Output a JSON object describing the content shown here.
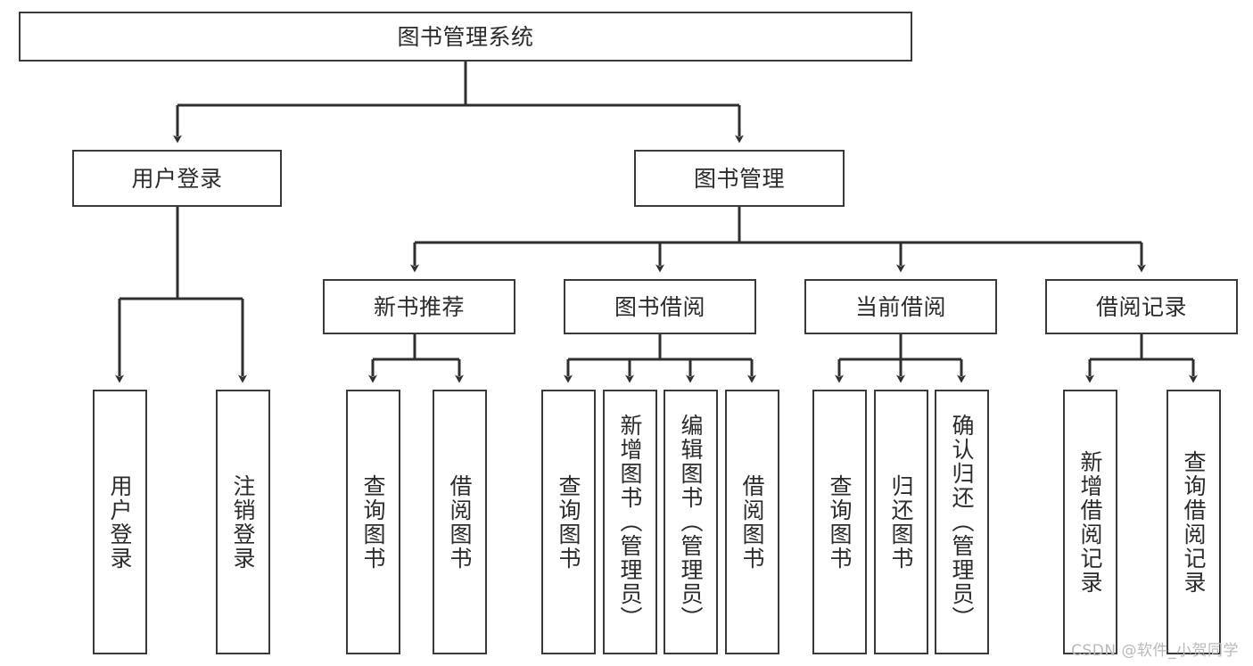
{
  "diagram": {
    "title": "图书管理系统",
    "watermark": "CSDN @软件_小贺同学",
    "colors": {
      "border": "#3a3a3a",
      "background": "#ffffff",
      "text": "#2b2b2b",
      "edge": "#2f2f2f",
      "watermark": "#b9b9b9"
    },
    "root": {
      "label": "图书管理系统"
    },
    "tier2": [
      {
        "label": "用户登录"
      },
      {
        "label": "图书管理"
      }
    ],
    "tier3": [
      {
        "label": "新书推荐"
      },
      {
        "label": "图书借阅"
      },
      {
        "label": "当前借阅"
      },
      {
        "label": "借阅记录"
      }
    ],
    "leaves": {
      "user_login": [
        {
          "label": "用户登录"
        },
        {
          "label": "注销登录"
        }
      ],
      "new_book_recommend": [
        {
          "label": "查询图书"
        },
        {
          "label": "借阅图书"
        }
      ],
      "book_borrow": [
        {
          "label": "查询图书"
        },
        {
          "label": "新增图书（管理员）"
        },
        {
          "label": "编辑图书（管理员）"
        },
        {
          "label": "借阅图书"
        }
      ],
      "current_borrow": [
        {
          "label": "查询图书"
        },
        {
          "label": "归还图书"
        },
        {
          "label": "确认归还（管理员）"
        }
      ],
      "borrow_record": [
        {
          "label": "新增借阅记录"
        },
        {
          "label": "查询借阅记录"
        }
      ]
    }
  }
}
